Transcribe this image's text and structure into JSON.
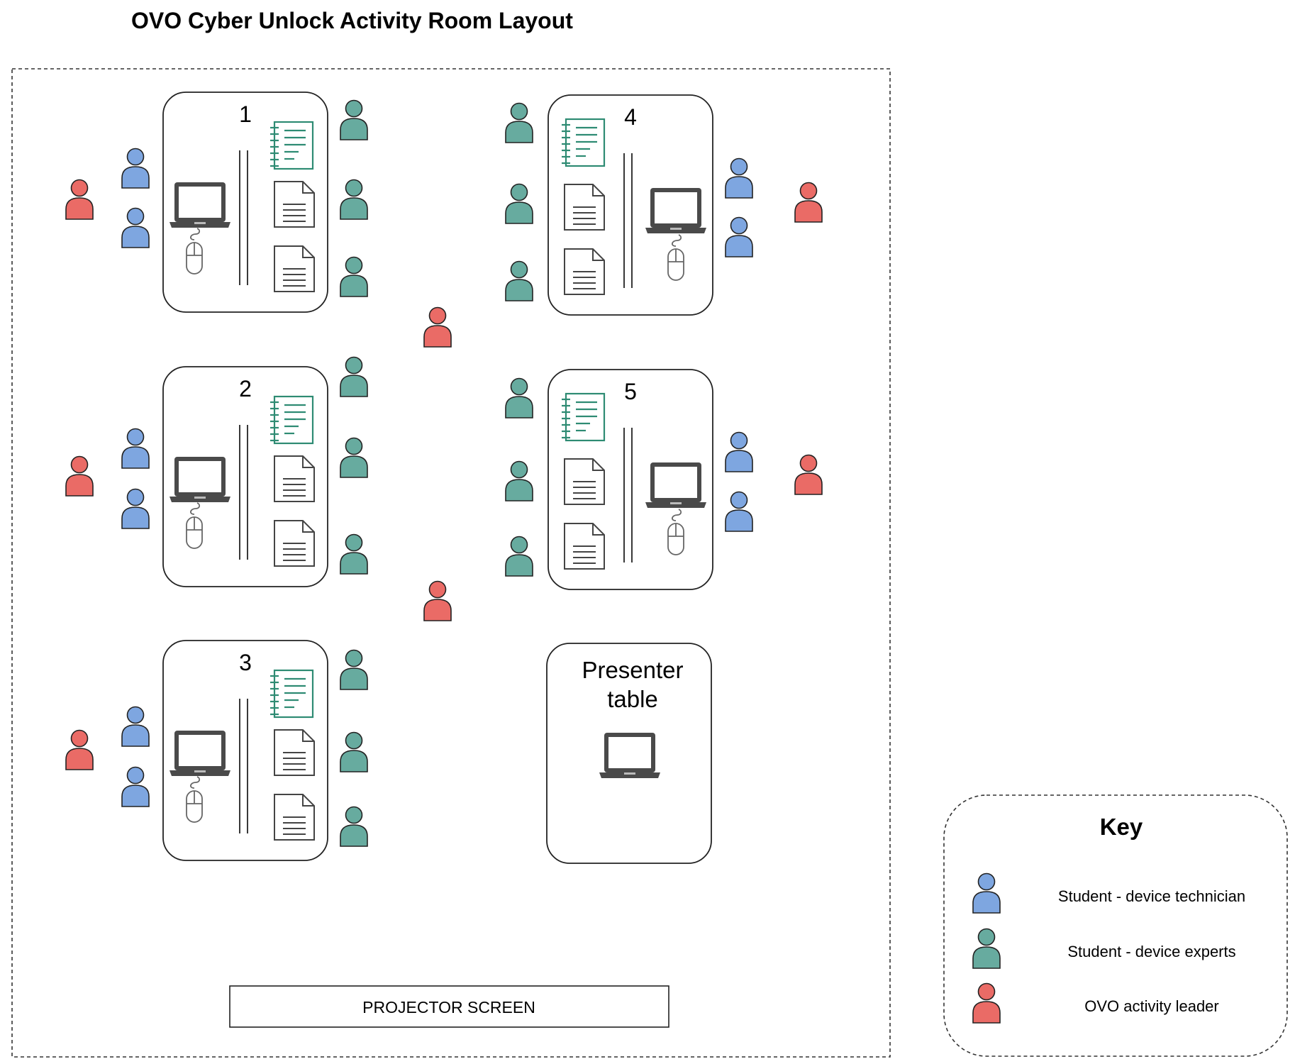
{
  "title": "OVO Cyber Unlock Activity Room Layout",
  "tables": [
    {
      "number": "1"
    },
    {
      "number": "2"
    },
    {
      "number": "3"
    },
    {
      "number": "4"
    },
    {
      "number": "5"
    }
  ],
  "presenter_table": {
    "label_line1": "Presenter",
    "label_line2": "table"
  },
  "projector_screen": "PROJECTOR SCREEN",
  "key": {
    "title": "Key",
    "entries": [
      {
        "label": "Student - device technician",
        "color": "#7EA6E0"
      },
      {
        "label": "Student - device experts",
        "color": "#67AB9F"
      },
      {
        "label": "OVO activity leader",
        "color": "#EA6B66"
      }
    ]
  },
  "icons": [
    "person-icon",
    "laptop-icon",
    "mouse-icon",
    "notebook-icon",
    "document-icon"
  ]
}
